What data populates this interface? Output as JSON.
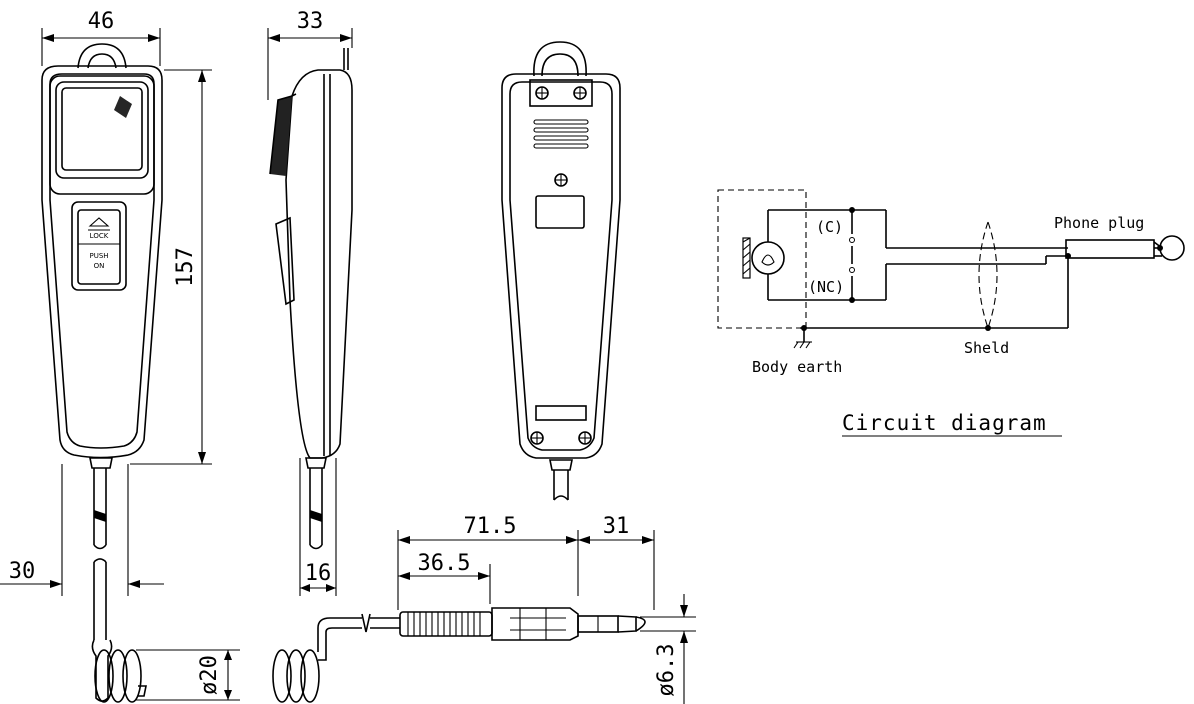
{
  "dimensions": {
    "width": "46",
    "depth": "33",
    "height": "157",
    "cable_offset": "30",
    "cable_thickness": "16",
    "coil_diameter": "ø20",
    "plug_total": "71.5",
    "plug_body": "36.5",
    "plug_tip": "31",
    "plug_diameter": "ø6.3"
  },
  "switch_labels": {
    "lock": "LOCK",
    "push": "PUSH",
    "on": "ON"
  },
  "circuit": {
    "contact_c": "(C)",
    "contact_nc": "(NC)",
    "phone_plug": "Phone plug",
    "shield": "Sheld",
    "body_earth": "Body earth",
    "title": "Circuit diagram"
  }
}
